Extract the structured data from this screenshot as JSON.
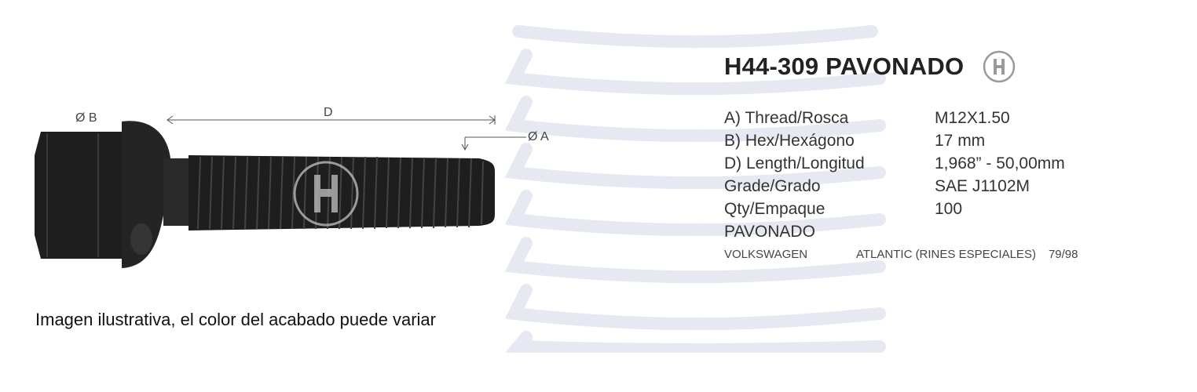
{
  "title": "H44-309 PAVONADO",
  "logo_letter": "H",
  "dimension_labels": {
    "b": "Ø B",
    "d": "D",
    "a": "Ø A"
  },
  "specs": [
    {
      "label": "A) Thread/Rosca",
      "value": "M12X1.50"
    },
    {
      "label": "B) Hex/Hexágono",
      "value": "17 mm"
    },
    {
      "label": "D) Length/Longitud",
      "value": "1,968” - 50,00mm"
    },
    {
      "label": "Grade/Grado",
      "value": "SAE J1102M"
    },
    {
      "label": "Qty/Empaque",
      "value": "100"
    }
  ],
  "finish": "PAVONADO",
  "application": {
    "make": "VOLKSWAGEN",
    "model": "ATLANTIC (RINES ESPECIALES)",
    "years": "79/98"
  },
  "caption": "Imagen ilustrativa, el color del acabado puede variar",
  "colors": {
    "bolt": "#1e1e1e",
    "watermark": "#e6e9f1",
    "text": "#333333"
  }
}
